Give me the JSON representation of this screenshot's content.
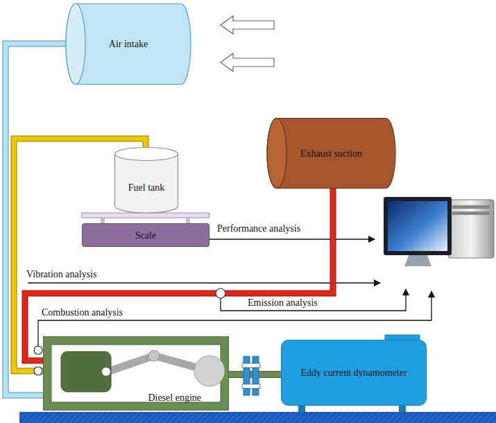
{
  "diagram": {
    "nodes": [
      {
        "text": [
          "Air intake"
        ]
      },
      {
        "text": [
          "Fuel tank"
        ]
      },
      {
        "text": [
          "Scale"
        ]
      },
      {
        "text": [
          "Exhaust suction"
        ]
      },
      {
        "text": [
          "Diesel engine"
        ]
      },
      {
        "text": [
          "Eddy current dynamometer"
        ]
      }
    ],
    "edges": [
      {
        "from": 0,
        "to": 4,
        "arrow": "none"
      },
      {
        "from": 1,
        "to": 4,
        "arrow": "none"
      },
      {
        "from": 4,
        "to": 3,
        "arrow": "none"
      },
      {
        "from": 4,
        "to": 5,
        "arrow": "none"
      }
    ],
    "labels": [
      "Performance analysis",
      "Vibration analysis",
      "Emission analysis",
      "Combustion analysis"
    ]
  }
}
